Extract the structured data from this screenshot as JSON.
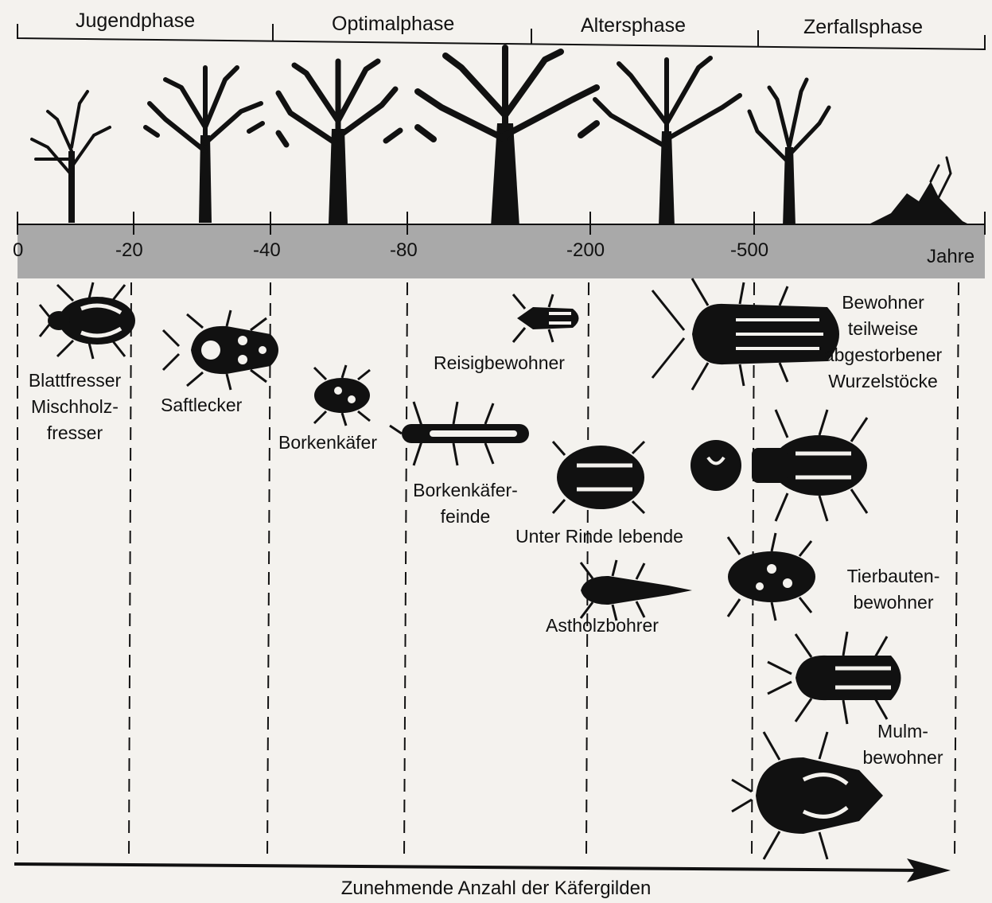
{
  "phases": [
    "Jugendphase",
    "Optimalphase",
    "Altersphase",
    "Zerfallsphase"
  ],
  "timeline": {
    "ticks": [
      "0",
      "-20",
      "-40",
      "-80",
      "-200",
      "-500"
    ],
    "unit": "Jahre"
  },
  "guilds": {
    "blattfresser": [
      "Blattfresser",
      "Mischholz-",
      "fresser"
    ],
    "saftlecker": "Saftlecker",
    "borkenkaefer": "Borkenkäfer",
    "borkenkaeferfeinde": [
      "Borkenkäfer-",
      "feinde"
    ],
    "reisigbewohner": "Reisigbewohner",
    "unter_rinde": "Unter Rinde lebende",
    "astholzbohrer": "Astholzbohrer",
    "wurzelstoecke": [
      "Bewohner",
      "teilweise",
      "abgestorbener",
      "Wurzelstöcke"
    ],
    "tierbauten": [
      "Tierbauten-",
      "bewohner"
    ],
    "mulm": [
      "Mulm-",
      "bewohner"
    ]
  },
  "arrow_label": "Zunehmende Anzahl der Käfergilden",
  "colors": {
    "ink": "#111111",
    "band": "#a9a9a9",
    "paper": "#f4f2ee"
  },
  "icons": [
    "tree-icon",
    "beetle-icon",
    "dead-stump-icon",
    "arrow-icon"
  ]
}
